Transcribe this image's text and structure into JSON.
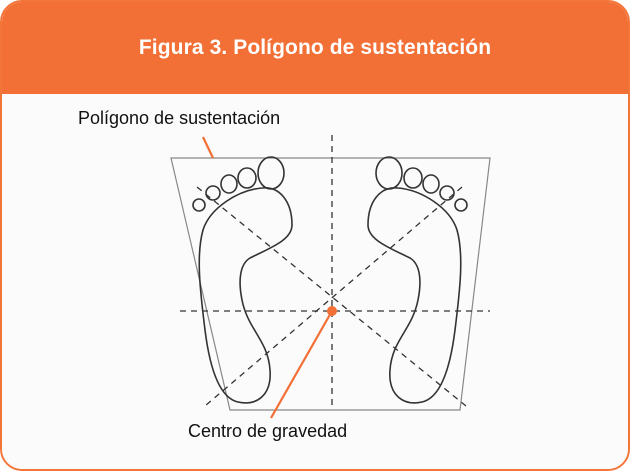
{
  "figure": {
    "title": "Figura 3. Polígono de sustentación",
    "labels": {
      "polygon": "Polígono de sustentación",
      "center_of_gravity": "Centro de gravedad"
    },
    "colors": {
      "accent": "#f26f36",
      "frame": "#f37539",
      "ink": "#333333",
      "guide": "#888888"
    }
  }
}
